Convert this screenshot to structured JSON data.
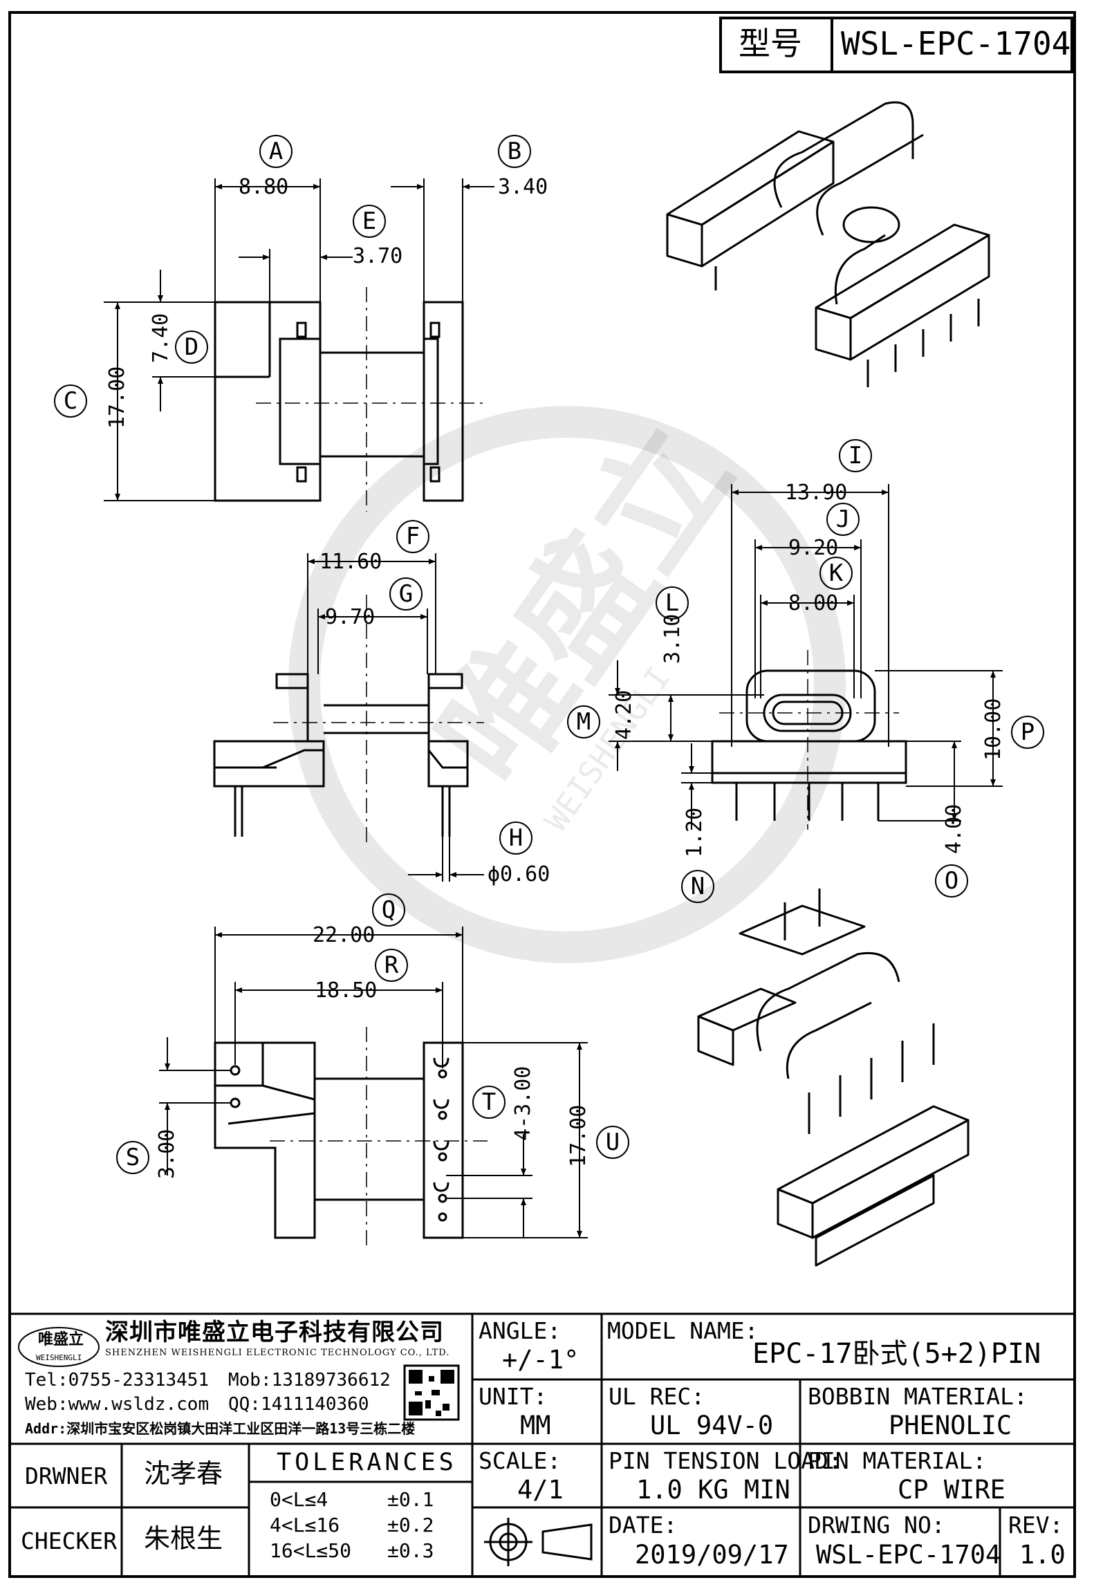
{
  "header": {
    "model_label": "型号",
    "model_code": "WSL-EPC-1704"
  },
  "dimensions": {
    "A": {
      "tag": "A",
      "value": "8.80"
    },
    "B": {
      "tag": "B",
      "value": "3.40"
    },
    "C": {
      "tag": "C",
      "value": "17.00"
    },
    "D": {
      "tag": "D",
      "value": "7.40"
    },
    "E": {
      "tag": "E",
      "value": "3.70"
    },
    "F": {
      "tag": "F",
      "value": "11.60"
    },
    "G": {
      "tag": "G",
      "value": "9.70"
    },
    "H": {
      "tag": "H",
      "value": "ϕ0.60"
    },
    "I": {
      "tag": "I",
      "value": "13.90"
    },
    "J": {
      "tag": "J",
      "value": "9.20"
    },
    "K": {
      "tag": "K",
      "value": "8.00"
    },
    "L": {
      "tag": "L",
      "value": "3.10"
    },
    "M": {
      "tag": "M",
      "value": "4.20"
    },
    "N": {
      "tag": "N",
      "value": "1.20"
    },
    "O": {
      "tag": "O",
      "value": "4.00"
    },
    "P": {
      "tag": "P",
      "value": "10.00"
    },
    "Q": {
      "tag": "Q",
      "value": "22.00"
    },
    "R": {
      "tag": "R",
      "value": "18.50"
    },
    "S": {
      "tag": "S",
      "value": "3.00"
    },
    "T": {
      "tag": "T",
      "value": "4-3.00"
    },
    "U": {
      "tag": "U",
      "value": "17.00"
    }
  },
  "company": {
    "name_cn": "深圳市唯盛立电子科技有限公司",
    "name_en": "SHENZHEN WEISHENGLI ELECTRONIC TECHNOLOGY CO., LTD.",
    "tel": "Tel:0755-23313451",
    "mob": "Mob:13189736612",
    "web": "Web:www.wsldz.com",
    "qq": "QQ:1411140360",
    "addr": "Addr:深圳市宝安区松岗镇大田洋工业区田洋一路13号三栋二楼",
    "logo_text": "唯盛立",
    "logo_sub": "WEISHENGLI"
  },
  "watermark": {
    "cn": "唯盛立",
    "en": "WEISHENGLI"
  },
  "title_block": {
    "angle_label": "ANGLE:",
    "angle_value": "+/-1°",
    "model_name_label": "MODEL NAME:",
    "model_name_value": "EPC-17卧式(5+2)PIN",
    "unit_label": "UNIT:",
    "unit_value": "MM",
    "ul_label": "UL REC:",
    "ul_value": "UL 94V-0",
    "bobbin_label": "BOBBIN MATERIAL:",
    "bobbin_value": "PHENOLIC",
    "drawer_label": "DRWNER",
    "drawer_value": "沈孝春",
    "checker_label": "CHECKER",
    "checker_value": "朱根生",
    "tolerances_label": "TOLERANCES",
    "tolerances": [
      {
        "range": "0<L≤4",
        "tol": "±0.1"
      },
      {
        "range": "4<L≤16",
        "tol": "±0.2"
      },
      {
        "range": "16<L≤50",
        "tol": "±0.3"
      }
    ],
    "scale_label": "SCALE:",
    "scale_value": "4/1",
    "pin_tension_label": "PIN TENSION LOAD:",
    "pin_tension_value": "1.0 KG MIN",
    "pin_material_label": "PIN MATERIAL:",
    "pin_material_value": "CP WIRE",
    "date_label": "DATE:",
    "date_value": "2019/09/17",
    "drawing_no_label": "DRWING NO:",
    "drawing_no_value": "WSL-EPC-1704",
    "rev_label": "REV:",
    "rev_value": "1.0"
  }
}
